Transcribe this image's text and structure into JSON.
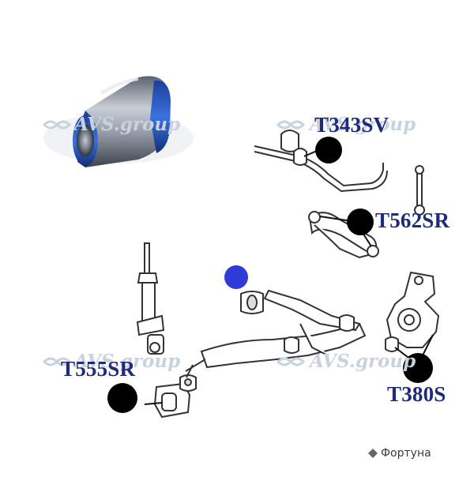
{
  "parts": {
    "t343": {
      "code": "T343SV",
      "marker_color": "#000000"
    },
    "t562": {
      "code": "T562SR",
      "marker_color": "#000000"
    },
    "t555": {
      "code": "T555SR",
      "marker_color": "#000000"
    },
    "t380": {
      "code": "T380S",
      "marker_color": "#000000"
    },
    "highlight": {
      "marker_color": "#2e3bd6"
    }
  },
  "watermarks": [
    {
      "text": "AVS.group"
    },
    {
      "text": "AVS.group"
    },
    {
      "text": "AVS.group"
    },
    {
      "text": "AVS.group"
    }
  ],
  "brand": {
    "text": "Фортуна"
  },
  "colors": {
    "label": "#1e2a7a",
    "bushing_metal": "#8f96a2",
    "bushing_rubber": "#2a5ec8",
    "watermark": "#c9d3de"
  }
}
